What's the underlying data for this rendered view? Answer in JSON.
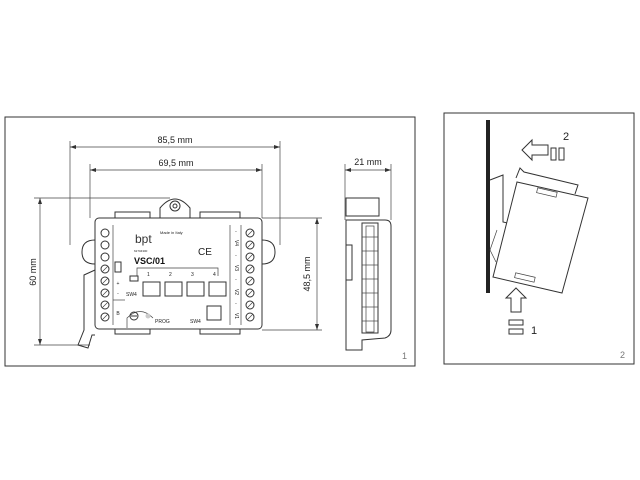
{
  "figure1": {
    "panel_number": "1",
    "dim_width_outer": "85,5 mm",
    "dim_width_inner": "69,5 mm",
    "dim_height_outer": "60 mm",
    "dim_height_inner": "48,5 mm",
    "dim_depth": "21 mm",
    "device": {
      "brand": "bpt",
      "made_in": "Made in Italy",
      "ce_mark": "CE",
      "model": "VSC/01",
      "code": "62704300",
      "switch_label": "SW4",
      "switch_label_2": "SW4",
      "prog_label": "PROG",
      "channel_numbers": [
        "1",
        "2",
        "3",
        "4"
      ],
      "right_labels": [
        "V4",
        "V3",
        "V2",
        "V1"
      ],
      "right_minus": "-",
      "left_plus": "+",
      "left_minus": "-",
      "left_b": "B"
    }
  },
  "figure2": {
    "panel_number": "2",
    "step1": "1",
    "step2": "2"
  }
}
